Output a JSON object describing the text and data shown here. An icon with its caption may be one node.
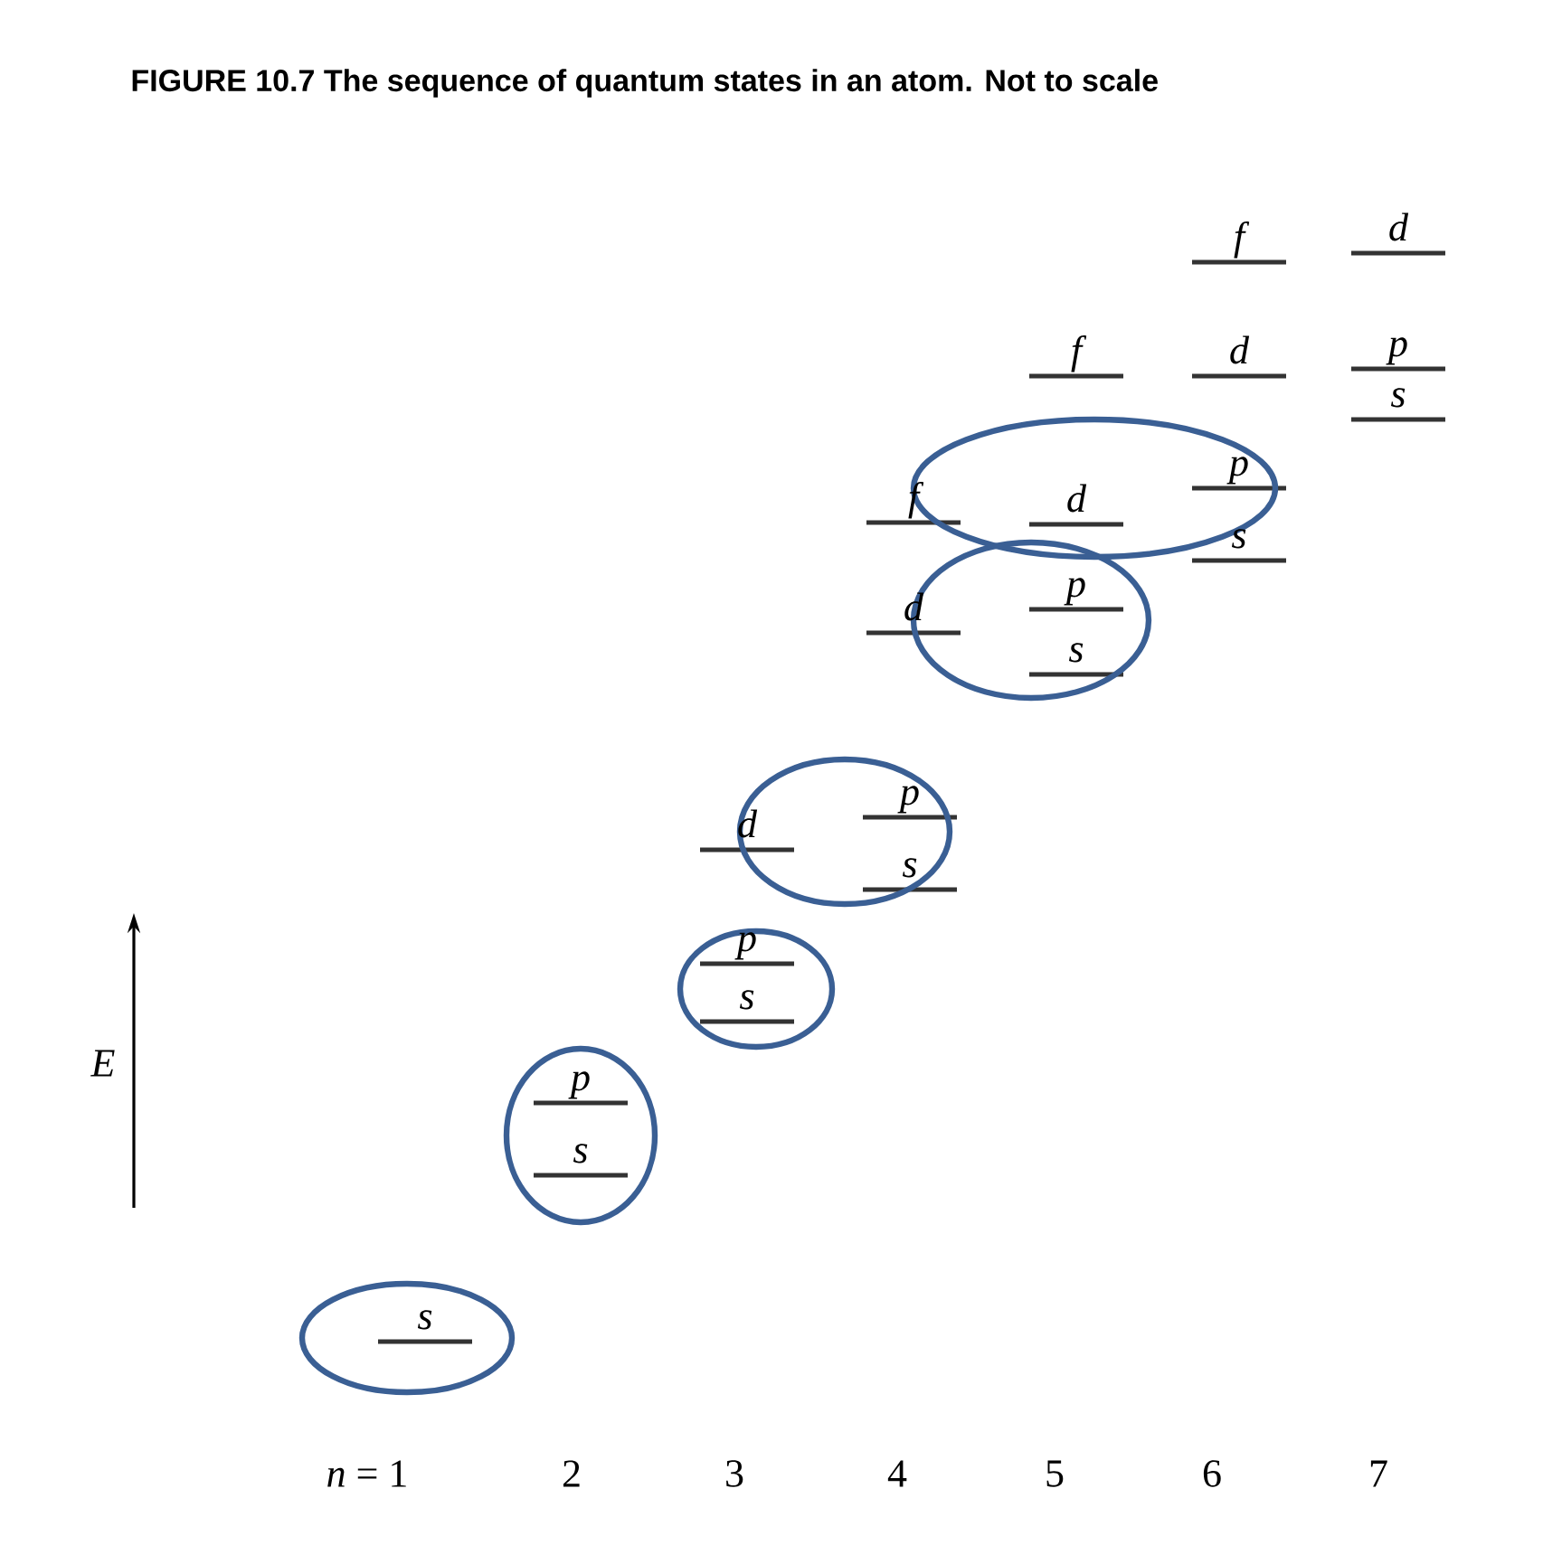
{
  "diagram": {
    "title": "FIGURE 10.7 The sequence of quantum states in an atom. Not to scale",
    "nodes": [
      {
        "text": [],
        "shape": "ellipse"
      },
      {
        "text": [],
        "shape": "ellipse"
      },
      {
        "text": [],
        "shape": "ellipse"
      },
      {
        "text": [],
        "shape": "ellipse"
      },
      {
        "text": [],
        "shape": "ellipse"
      },
      {
        "text": [],
        "shape": "ellipse"
      }
    ],
    "labels": [
      "f",
      "d",
      "f",
      "d",
      "p",
      "s",
      "f",
      "d",
      "p",
      "s",
      "d",
      "p",
      "s",
      "d",
      "p",
      "s",
      "p",
      "s",
      "E",
      "p",
      "s",
      "s",
      "*n* = 1",
      "2",
      "3",
      "4",
      "5",
      "6",
      "7"
    ]
  }
}
